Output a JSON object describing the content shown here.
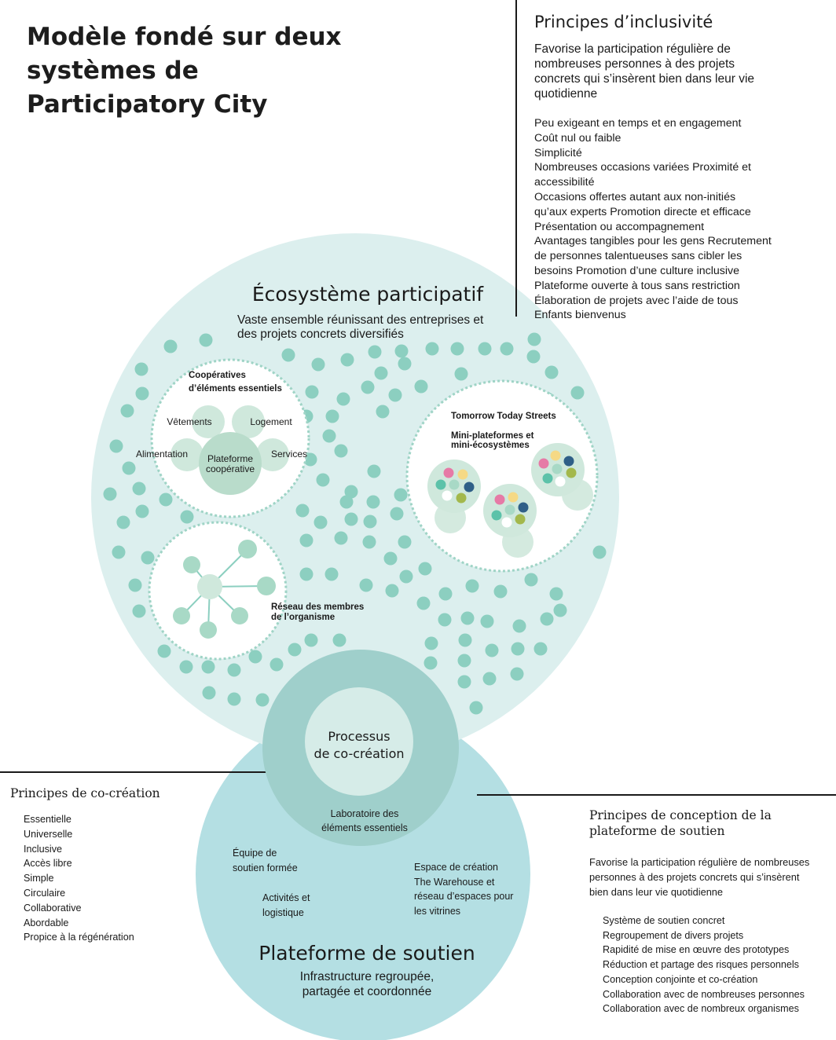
{
  "title": {
    "lines": [
      "Modèle fondé sur deux",
      "systèmes de",
      "Participatory City"
    ]
  },
  "inclusivity": {
    "title": "Principes d’inclusivité",
    "intro_lines": [
      "Favorise la participation régulière de",
      "nombreuses personnes à des projets",
      "concrets qui s’insèrent bien dans leur vie",
      "quotidienne"
    ],
    "items": [
      "Peu exigeant en temps et en engagement",
      "Coût nul ou faible",
      "Simplicité",
      "Nombreuses occasions variées Proximité et",
      "accessibilité",
      "Occasions offertes autant aux non-initiés",
      "qu’aux experts Promotion directe et efficace",
      "Présentation ou accompagnement",
      "Avantages tangibles pour les gens Recrutement",
      "de personnes talentueuses sans cibler les",
      "besoins Promotion d’une culture inclusive",
      "Plateforme ouverte à tous sans restriction",
      "Élaboration de projets avec l’aide de tous",
      "Enfants bienvenus"
    ]
  },
  "ecosystem": {
    "title": "Écosystème participatif",
    "subtitle_lines": [
      "Vaste ensemble réunissant des entreprises et",
      "des projets concrets diversifiés"
    ],
    "cooperatives": {
      "title_lines": [
        "Coopératives",
        "d’éléments essentiels"
      ],
      "center_lines": [
        "Plateforme",
        "coopérative"
      ],
      "petals": [
        "Vêtements",
        "Logement",
        "Alimentation",
        "Services"
      ]
    },
    "streets": {
      "title": "Tomorrow Today Streets",
      "subtitle_lines": [
        "Mini-plateformes et",
        "mini-écosystèmes"
      ]
    },
    "network": {
      "label_lines": [
        "Réseau des membres",
        "de l’organisme"
      ]
    }
  },
  "cocreation_process": {
    "lines": [
      "Processus",
      "de co-création"
    ],
    "lab_lines": [
      "Laboratoire des",
      "éléments essentiels"
    ]
  },
  "support_platform": {
    "title": "Plateforme de soutien",
    "subtitle_lines": [
      "Infrastructure regroupée,",
      "partagée et coordonnée"
    ],
    "team_lines": [
      "Équipe de",
      "soutien formée"
    ],
    "activities_lines": [
      "Activités et",
      "logistique"
    ],
    "space_lines": [
      "Espace de création",
      "The Warehouse et",
      "réseau d’espaces pour",
      "les vitrines"
    ]
  },
  "cocreation_principles": {
    "title": "Principes de co-création",
    "items": [
      "Essentielle",
      "Universelle",
      "Inclusive",
      "Accès libre",
      "Simple",
      "Circulaire",
      "Collaborative",
      "Abordable",
      "Propice à la régénération"
    ]
  },
  "platform_design": {
    "title_lines": [
      "Principes de conception de la",
      "plateforme de soutien"
    ],
    "intro_lines": [
      "Favorise la participation régulière de nombreuses",
      "personnes à des projets concrets qui s’insèrent",
      "bien dans leur vie quotidienne"
    ],
    "items": [
      "Système de soutien concret",
      "Regroupement de divers projets",
      "Rapidité de mise en œuvre des prototypes",
      "Réduction et partage des risques personnels",
      "Conception conjointe et co-création",
      "Collaboration avec de nombreuses personnes",
      "Collaboration avec de nombreux organismes"
    ]
  },
  "colors": {
    "ecosystem_fill": "#dcefee",
    "dot": "#8ccfc0",
    "support_fill": "#b4dfe3",
    "process_ring": "#9fcfcb",
    "process_center": "#d6ece8",
    "pink": "#e67aa6",
    "yellow": "#f5d985",
    "navy": "#2f5f87",
    "olive": "#a3b84c"
  }
}
